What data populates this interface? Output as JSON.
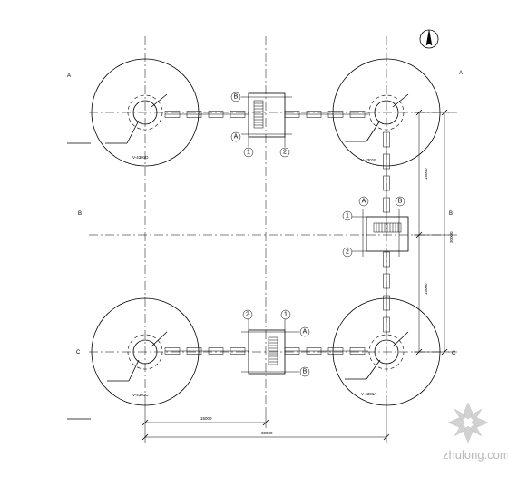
{
  "grid": {
    "rows": [
      "A",
      "B",
      "C"
    ],
    "rows_right": [
      "A",
      "B",
      "C"
    ]
  },
  "tanks": [
    {
      "tag": "V-4301D"
    },
    {
      "tag": "V-4301B"
    },
    {
      "tag": "V-4301C"
    },
    {
      "tag": "V-4301A"
    }
  ],
  "stairs": {
    "top": {
      "bubbles": [
        "B",
        "A",
        "1",
        "2"
      ]
    },
    "right": {
      "bubbles": [
        "A",
        "B",
        "1",
        "2"
      ]
    },
    "bottom": {
      "bubbles": [
        "2",
        "1",
        "A",
        "B"
      ]
    }
  },
  "dimensions": {
    "right_upper": "15000",
    "right_lower": "15000",
    "right_total": "30000",
    "bottom_half": "15000",
    "bottom_total": "30000"
  },
  "watermark": {
    "text": "zhulong.com"
  }
}
